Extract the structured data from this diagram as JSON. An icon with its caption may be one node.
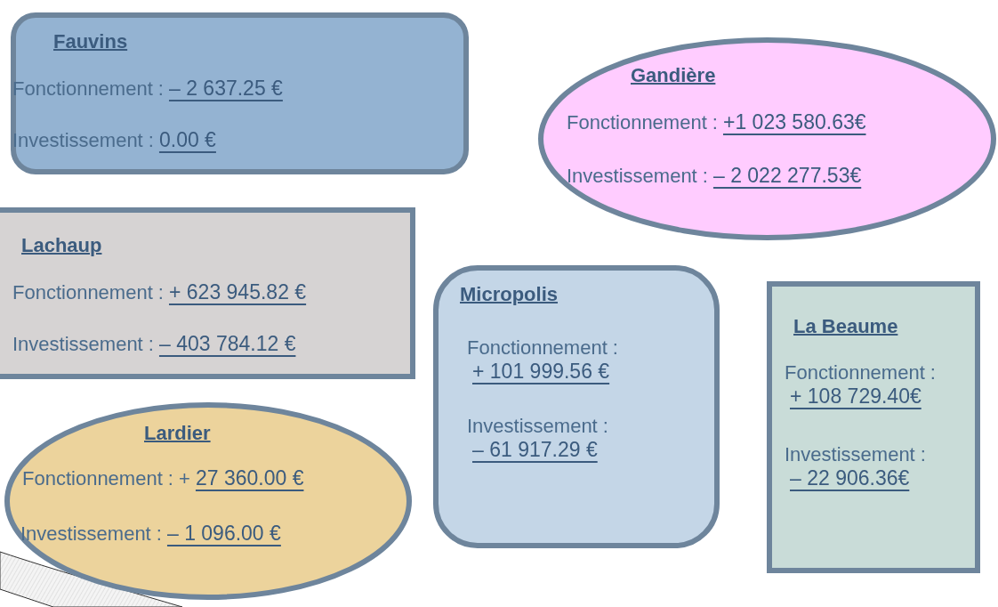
{
  "diagram": {
    "nodes": [
      {
        "text": [
          "Fauvins",
          "Fonctionnement :",
          "– 2 637.25 €",
          "Investissement :",
          "0.00 €"
        ]
      },
      {
        "text": [
          "Gandière",
          "Fonctionnement :",
          "+1 023 580.63€",
          "Investissement :",
          "– 2 022 277.53€"
        ]
      },
      {
        "text": [
          "Lachaup",
          "Fonctionnement :",
          "+ 623 945.82 €",
          "Investissement :",
          "– 403 784.12 €"
        ]
      },
      {
        "text": [
          "Micropolis",
          "Fonctionnement :",
          "+ 101 999.56 €",
          "Investissement :",
          "– 61 917.29 €"
        ]
      },
      {
        "text": [
          "La Beaume",
          "Fonctionnement :",
          "+ 108 729.40€",
          "Investissement :",
          "– 22 906.36€"
        ]
      },
      {
        "text": [
          "Lardier",
          "Fonctionnement : +",
          "27 360.00 €",
          "Investissement :",
          "– 1 096.00 €"
        ]
      }
    ]
  }
}
